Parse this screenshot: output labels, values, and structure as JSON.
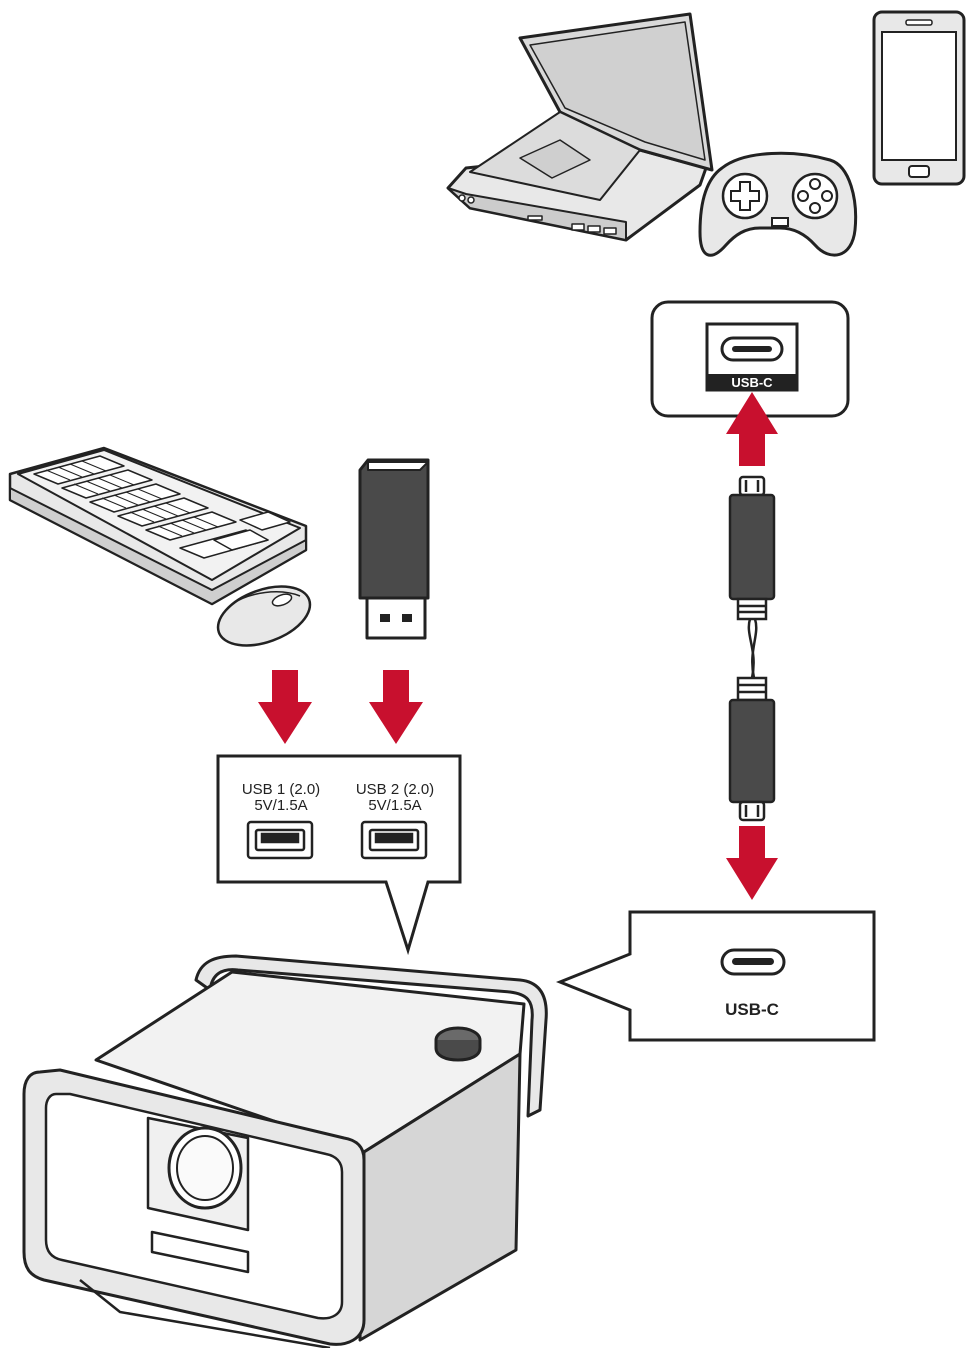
{
  "ports": {
    "usb1": {
      "line1": "USB 1 (2.0)",
      "line2": "5V/1.5A"
    },
    "usb2": {
      "line1": "USB 2 (2.0)",
      "line2": "5V/1.5A"
    },
    "usbc_source_label": "USB-C",
    "usbc_projector_label": "USB-C"
  },
  "icons": {
    "laptop": "laptop-icon",
    "gamepad": "gamepad-icon",
    "phone": "smartphone-icon",
    "keyboard": "keyboard-icon",
    "mouse": "mouse-icon",
    "flash_drive": "usb-flash-drive-icon",
    "cable": "usb-c-cable-icon",
    "projector": "projector-icon"
  },
  "colors": {
    "arrow": "#c8102e",
    "outline": "#222222",
    "device_fill": "#e6e6e6",
    "dark_fill": "#4a4a4a"
  }
}
